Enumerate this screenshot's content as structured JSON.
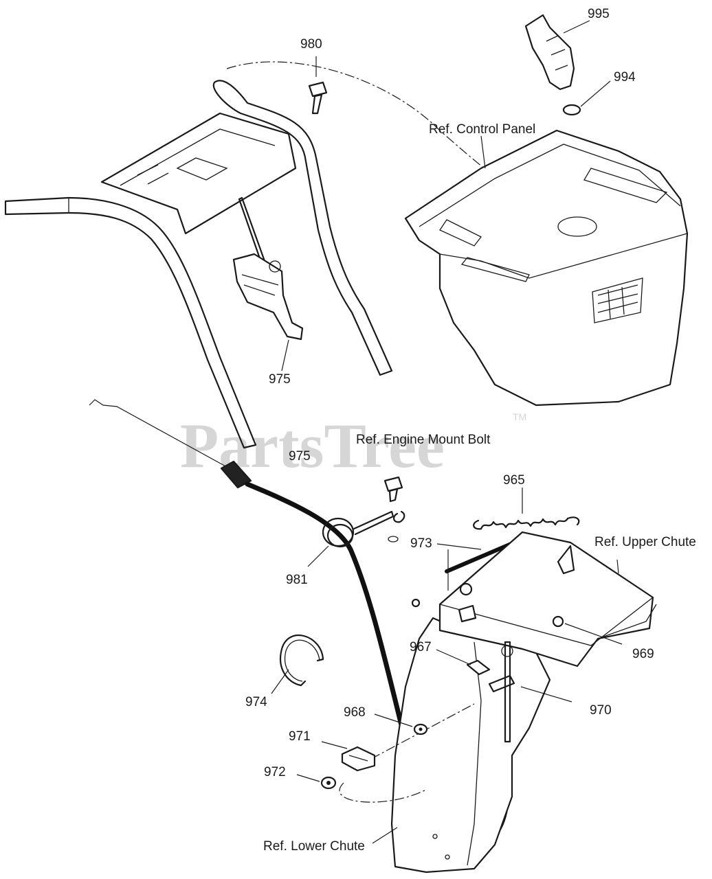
{
  "watermark": {
    "text": "PartsTree",
    "trademark": "TM"
  },
  "labels": {
    "p995": "995",
    "p994": "994",
    "p980": "980",
    "ref_control_panel": "Ref. Control Panel",
    "p975_top": "975",
    "ref_engine_mount_bolt": "Ref. Engine Mount Bolt",
    "p975_bottom": "975",
    "p965": "965",
    "p973": "973",
    "ref_upper_chute": "Ref. Upper Chute",
    "p981": "981",
    "p967": "967",
    "p969": "969",
    "p974": "974",
    "p968": "968",
    "p970": "970",
    "p971": "971",
    "p972": "972",
    "ref_lower_chute": "Ref. Lower Chute"
  }
}
